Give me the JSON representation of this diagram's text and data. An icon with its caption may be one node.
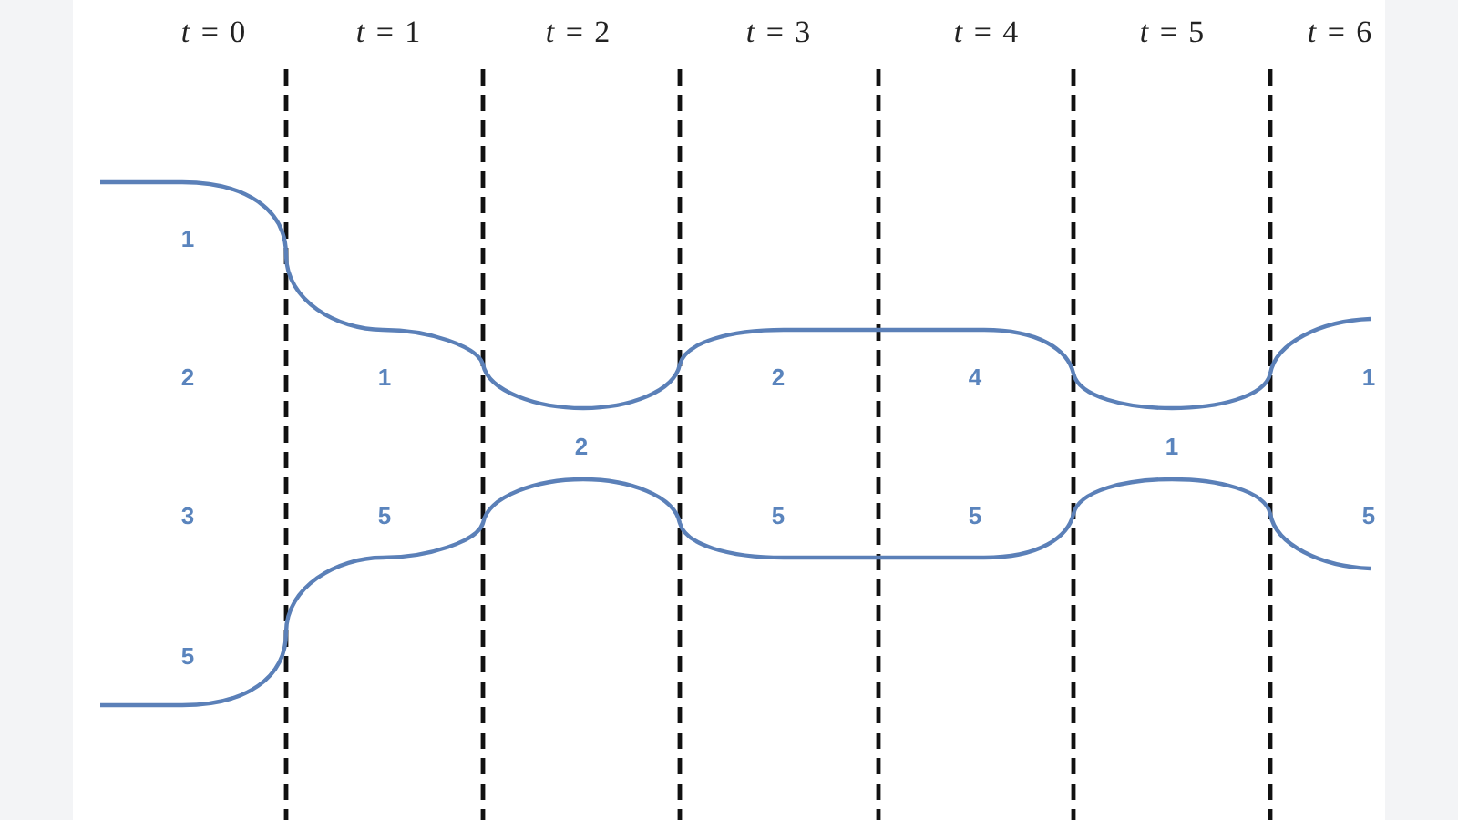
{
  "diagram": {
    "labels": [
      "*t* = 0",
      "*t* = 1",
      "*t* = 2",
      "*t* = 3",
      "*t* = 4",
      "*t* = 5",
      "*t* = 6",
      "1",
      "2",
      "1",
      "2",
      "4",
      "1",
      "2",
      "1",
      "3",
      "5",
      "5",
      "5",
      "5",
      "5"
    ]
  }
}
